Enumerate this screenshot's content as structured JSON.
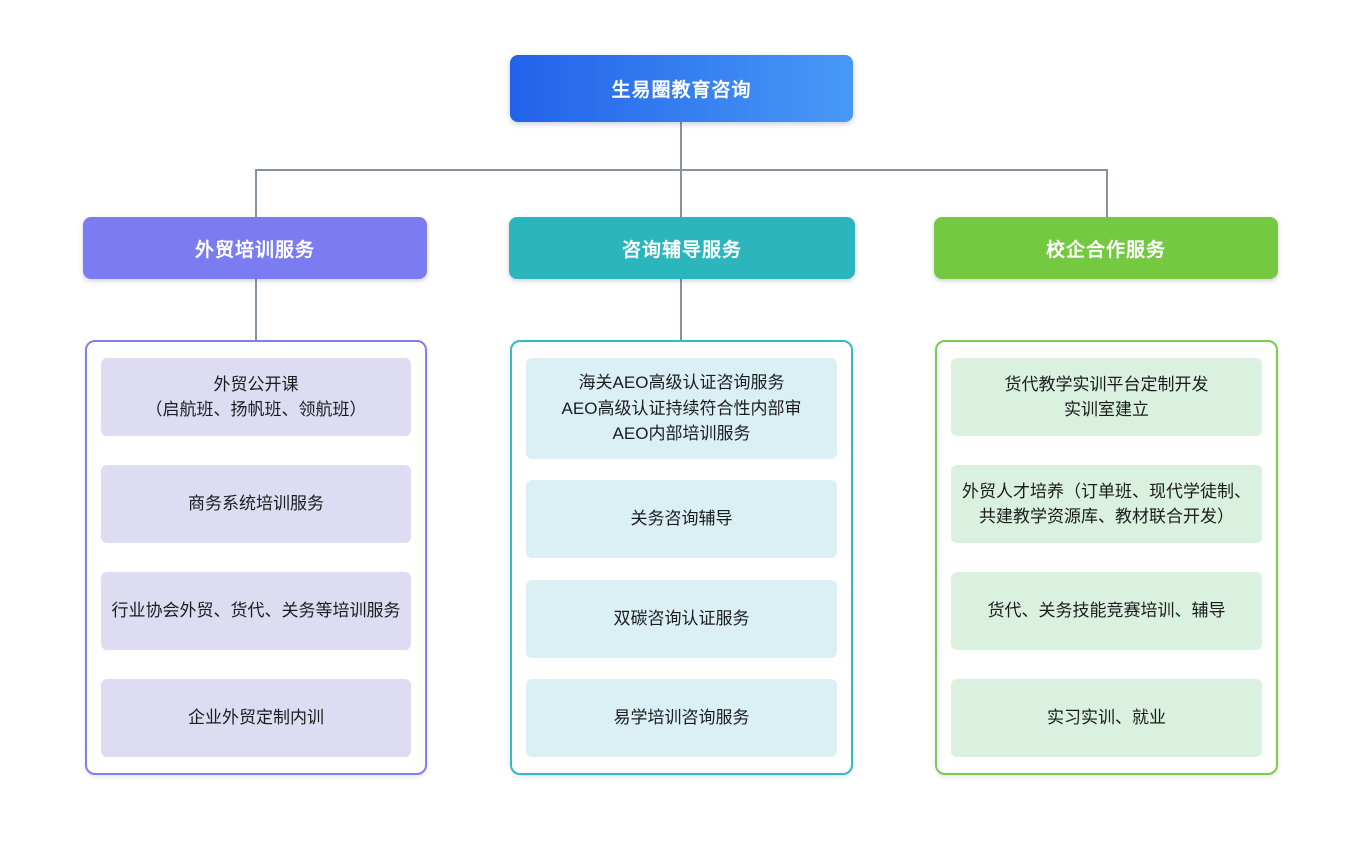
{
  "root": {
    "label": "生易圈教育咨询"
  },
  "branches": [
    {
      "id": "foreign-trade-training",
      "label": "外贸培训服务",
      "colors": {
        "header": "#7C7CF2",
        "border": "#7F7FEE",
        "item_bg": "#DEDCF3"
      },
      "items": [
        "外贸公开课\n（启航班、扬帆班、领航班）",
        "商务系统培训服务",
        "行业协会外贸、货代、关务等培训服务",
        "企业外贸定制内训"
      ]
    },
    {
      "id": "consulting-coaching",
      "label": "咨询辅导服务",
      "colors": {
        "header": "#2AB6BC",
        "border": "#2FBCC2",
        "item_bg": "#DAF0F4"
      },
      "items": [
        "海关AEO高级认证咨询服务\nAEO高级认证持续符合性内部审\nAEO内部培训服务",
        "关务咨询辅导",
        "双碳咨询认证服务",
        "易学培训咨询服务"
      ]
    },
    {
      "id": "school-enterprise-cooperation",
      "label": "校企合作服务",
      "colors": {
        "header": "#74C940",
        "border": "#7ACC4D",
        "item_bg": "#D9F1DE"
      },
      "items": [
        "货代教学实训平台定制开发\n实训室建立",
        "外贸人才培养（订单班、现代学徒制、共建教学资源库、教材联合开发）",
        "货代、关务技能竞赛培训、辅导",
        "实习实训、就业"
      ]
    }
  ],
  "colors": {
    "root_gradient_start": "#2262E9",
    "root_gradient_end": "#4899F7",
    "connector": "#8792A0",
    "canvas_bg": "#FFFFFF",
    "header_text": "#FFFFFF",
    "item_text": "#1C1C1E"
  }
}
